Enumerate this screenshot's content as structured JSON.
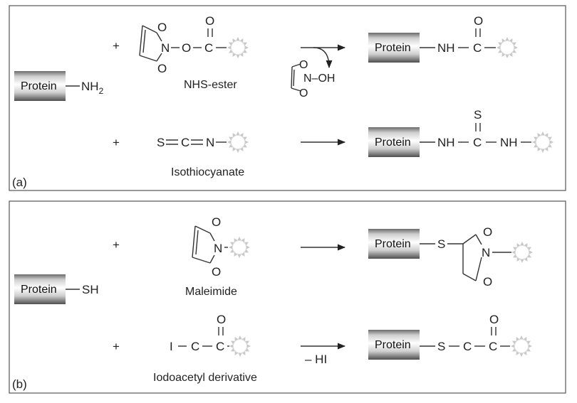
{
  "panels": [
    {
      "tag": "(a)",
      "protein_label": "Protein",
      "group": "NH",
      "group_sub": "2",
      "rows": [
        {
          "plus": "+",
          "reagent_name": "NHS-ester",
          "byproduct": "N–OH",
          "product_atoms": [
            "NH",
            "C",
            "O"
          ]
        },
        {
          "plus": "+",
          "reagent_name": "Isothiocyanate",
          "reagent_atoms": [
            "S",
            "C",
            "N"
          ],
          "product_atoms": [
            "NH",
            "C",
            "S",
            "NH"
          ]
        }
      ]
    },
    {
      "tag": "(b)",
      "protein_label": "Protein",
      "group": "SH",
      "rows": [
        {
          "plus": "+",
          "reagent_name": "Maleimide",
          "product_atoms": [
            "S",
            "N",
            "O",
            "O"
          ]
        },
        {
          "plus": "+",
          "reagent_name": "Iodoacetyl derivative",
          "reagent_atoms": [
            "I",
            "C",
            "C",
            "O"
          ],
          "arrow_label": "– HI",
          "product_atoms": [
            "S",
            "C",
            "C",
            "O"
          ]
        }
      ]
    }
  ],
  "colors": {
    "panel_border": "#555555",
    "label_gray": "#c8c8c8",
    "ink": "#222222"
  }
}
